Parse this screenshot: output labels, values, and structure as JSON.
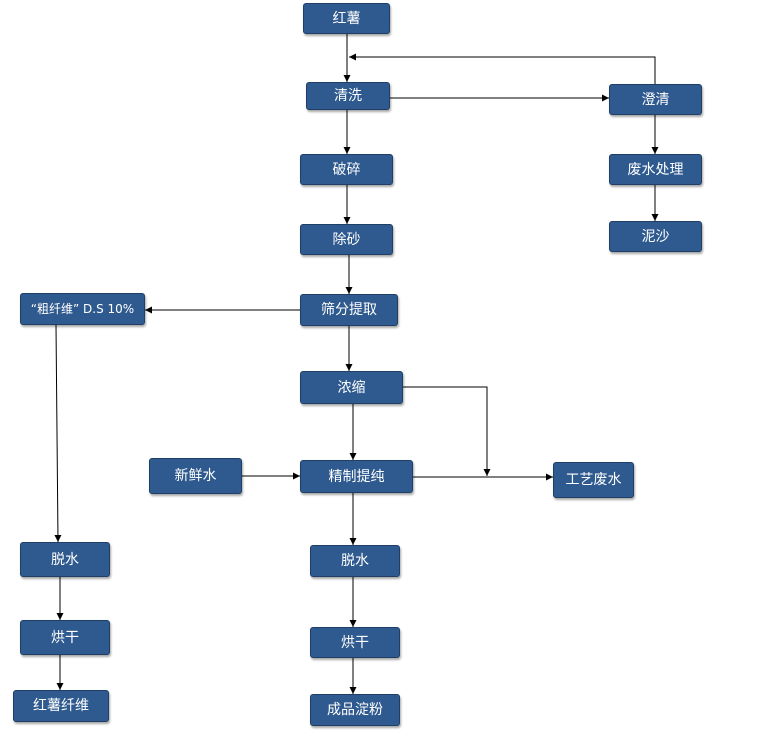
{
  "nodes": {
    "sweet_potato": "红薯",
    "wash": "清洗",
    "clarify": "澄清",
    "wastewater_treatment": "废水处理",
    "sludge": "泥沙",
    "crush": "破碎",
    "desand": "除砂",
    "sieve_extract": "筛分提取",
    "coarse_fiber": "“粗纤维” D.S 10%",
    "concentrate": "浓缩",
    "fresh_water": "新鲜水",
    "refine": "精制提纯",
    "process_wastewater": "工艺废水",
    "dewater_left": "脱水",
    "dry_left": "烘干",
    "sweet_potato_fiber": "红薯纤维",
    "dewater_center": "脱水",
    "dry_center": "烘干",
    "finished_starch": "成品淀粉"
  },
  "colors": {
    "node_fill": "#2f5a8f",
    "node_border": "#1f3f66",
    "node_text": "#ffffff",
    "edge": "#000000"
  }
}
